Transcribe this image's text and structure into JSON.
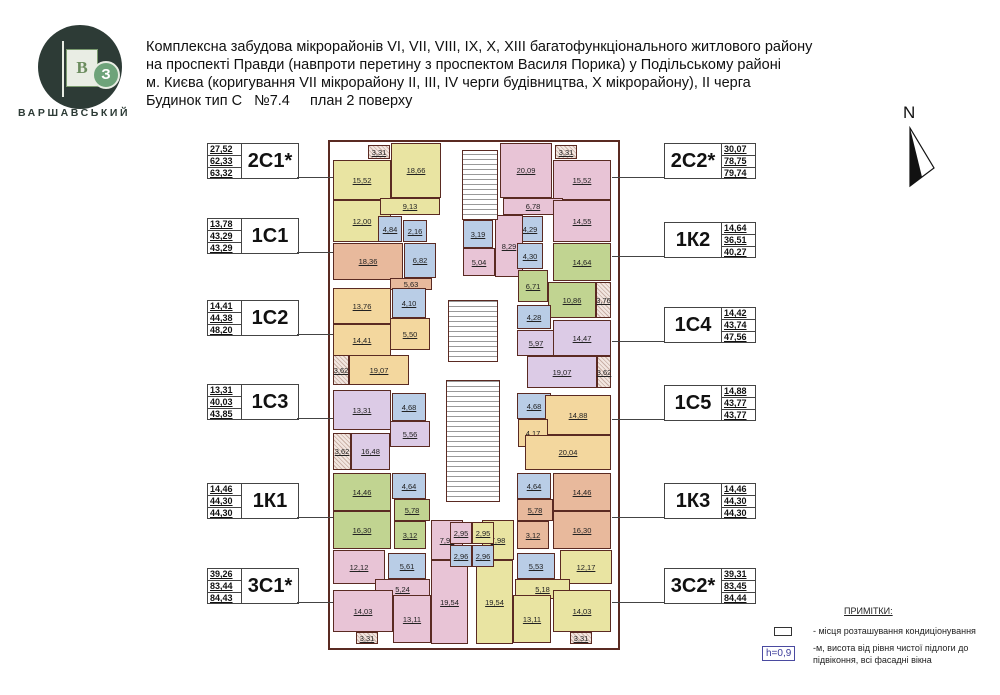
{
  "logo": {
    "brand": "ВАРШАВСЬКИЙ",
    "letters": [
      "В",
      "З"
    ],
    "colors": {
      "circle": "#2d3b36",
      "accent": "#6ea37a"
    }
  },
  "header": {
    "lines": [
      "Комплексна забудова мікрорайонів VI, VII, VIII, IX, X, XIII багатофункціонального житлового району",
      "на проспекті Правди (навпроти перетину з проспектом Василя Порика) у Подільському районі",
      "м. Києва (коригування VII мікрорайону  II, III, IV черги будівництва, X мікрорайону), II черга",
      "Будинок тип С   №7.4     план 2 поверху"
    ]
  },
  "compass": {
    "label": "N"
  },
  "apartments_left": [
    {
      "code": "2С1*",
      "areas": [
        "27,52",
        "62,33",
        "63,32"
      ]
    },
    {
      "code": "1С1",
      "areas": [
        "13,78",
        "43,29",
        "43,29"
      ]
    },
    {
      "code": "1С2",
      "areas": [
        "14,41",
        "44,38",
        "48,20"
      ]
    },
    {
      "code": "1С3",
      "areas": [
        "13,31",
        "40,03",
        "43,85"
      ]
    },
    {
      "code": "1К1",
      "areas": [
        "14,46",
        "44,30",
        "44,30"
      ]
    },
    {
      "code": "3С1*",
      "areas": [
        "39,26",
        "83,44",
        "84,43"
      ]
    }
  ],
  "apartments_right": [
    {
      "code": "2С2*",
      "areas": [
        "30,07",
        "78,75",
        "79,74"
      ]
    },
    {
      "code": "1К2",
      "areas": [
        "14,64",
        "36,51",
        "40,27"
      ]
    },
    {
      "code": "1С4",
      "areas": [
        "14,42",
        "43,74",
        "47,56"
      ]
    },
    {
      "code": "1С5",
      "areas": [
        "14,88",
        "43,77",
        "43,77"
      ]
    },
    {
      "code": "1К3",
      "areas": [
        "14,46",
        "44,30",
        "44,30"
      ]
    },
    {
      "code": "3С2*",
      "areas": [
        "39,31",
        "83,45",
        "84,44"
      ]
    }
  ],
  "plan": {
    "colors": {
      "yellow": "#e9e4a2",
      "pink": "#e8c4d6",
      "salmon": "#e8b99c",
      "green": "#c1d491",
      "lavender": "#dccbe6",
      "orange": "#f3d79e",
      "wall": "#5a2a22",
      "bath": "#b9cde6"
    },
    "room_labels": [
      "3,31",
      "18,66",
      "15,52",
      "12,00",
      "9,13",
      "4,84",
      "2,16",
      "18,36",
      "6,82",
      "5,63",
      "13,76",
      "4,10",
      "14,41",
      "5,50",
      "3,62",
      "19,07",
      "13,31",
      "4,68",
      "5,56",
      "3,62",
      "16,48",
      "14,46",
      "4,64",
      "5,78",
      "16,30",
      "3,12",
      "12,12",
      "5,61",
      "5,24",
      "14,03",
      "3,31",
      "13,11",
      "19,54",
      "7,98",
      "2,95",
      "2,96",
      "20,09",
      "3,31",
      "15,52",
      "6,78",
      "14,55",
      "4,29",
      "3,19",
      "5,04",
      "8,29",
      "4,30",
      "14,64",
      "6,71",
      "10,86",
      "3,76",
      "4,28",
      "5,97",
      "14,47",
      "19,07",
      "3,62",
      "4,68",
      "14,88",
      "4,17",
      "20,04",
      "4,64",
      "14,46",
      "5,78",
      "3,12",
      "16,30",
      "12,17",
      "5,53",
      "5,18",
      "14,03",
      "13,11",
      "3,31",
      "19,54",
      "7,98",
      "2,95",
      "2,96"
    ]
  },
  "notes": {
    "title": "ПРИМІТКИ:",
    "ac_label": "- місця розташування кондиціонування",
    "h_badge": "h=0,9",
    "h_label_1": "-м, висота від рівня чистої підлоги до",
    "h_label_2": "підвіконня, всі фасадні вікна"
  }
}
